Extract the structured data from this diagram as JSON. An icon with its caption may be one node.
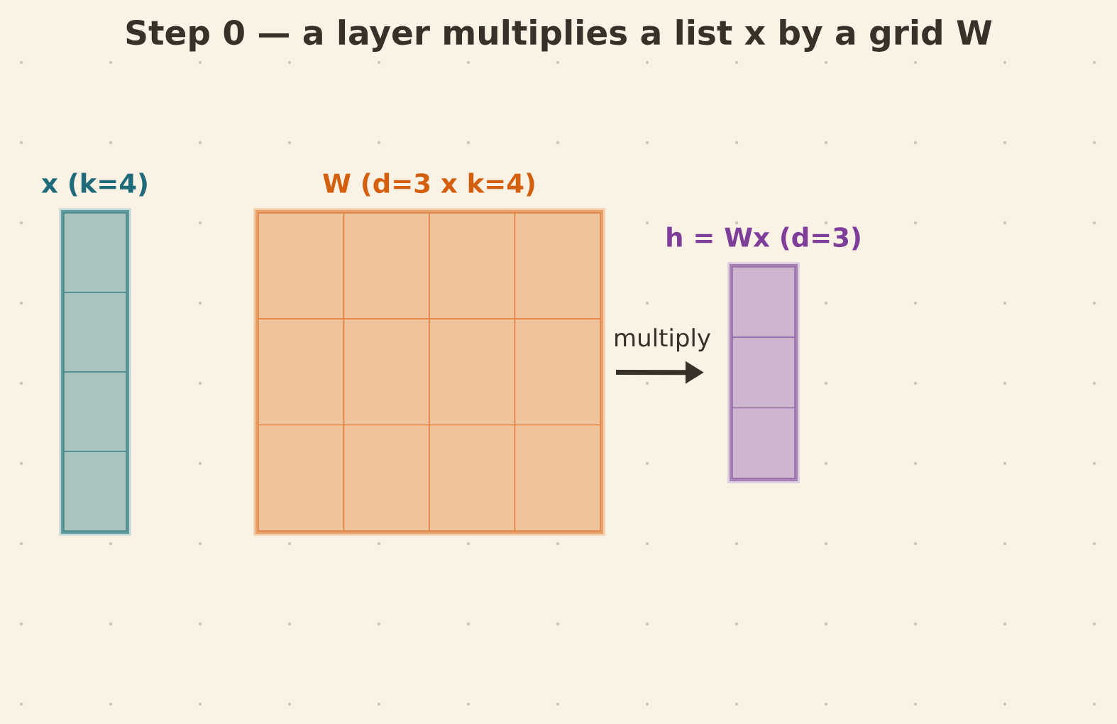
{
  "diagram": {
    "title": "Step 0 — a layer multiplies a list x by a grid W",
    "nodes": [
      {
        "text": [
          "x (k=4)"
        ]
      },
      {
        "text": [],
        "shape": "box",
        "in": 0
      },
      {
        "text": [],
        "shape": "box",
        "in": 0
      },
      {
        "text": [],
        "shape": "box",
        "in": 0
      },
      {
        "text": [],
        "shape": "box",
        "in": 0
      },
      {
        "text": [
          "W (d=3 x k=4)"
        ]
      },
      {
        "text": [],
        "shape": "box",
        "in": 5
      },
      {
        "text": [],
        "shape": "box",
        "in": 5
      },
      {
        "text": [],
        "shape": "box",
        "in": 5
      },
      {
        "text": [],
        "shape": "box",
        "in": 5
      },
      {
        "text": [],
        "shape": "box",
        "in": 5
      },
      {
        "text": [],
        "shape": "box",
        "in": 5
      },
      {
        "text": [],
        "shape": "box",
        "in": 5
      },
      {
        "text": [],
        "shape": "box",
        "in": 5
      },
      {
        "text": [],
        "shape": "box",
        "in": 5
      },
      {
        "text": [],
        "shape": "box",
        "in": 5
      },
      {
        "text": [],
        "shape": "box",
        "in": 5
      },
      {
        "text": [],
        "shape": "box",
        "in": 5
      },
      {
        "text": [
          "h = Wx (d=3)"
        ]
      },
      {
        "text": [],
        "shape": "box",
        "in": 18
      },
      {
        "text": [],
        "shape": "box",
        "in": 18
      },
      {
        "text": [],
        "shape": "box",
        "in": 18
      }
    ],
    "edges": [
      {
        "from": 5,
        "to": 18,
        "arrow": "to",
        "label": "multiply"
      }
    ]
  }
}
